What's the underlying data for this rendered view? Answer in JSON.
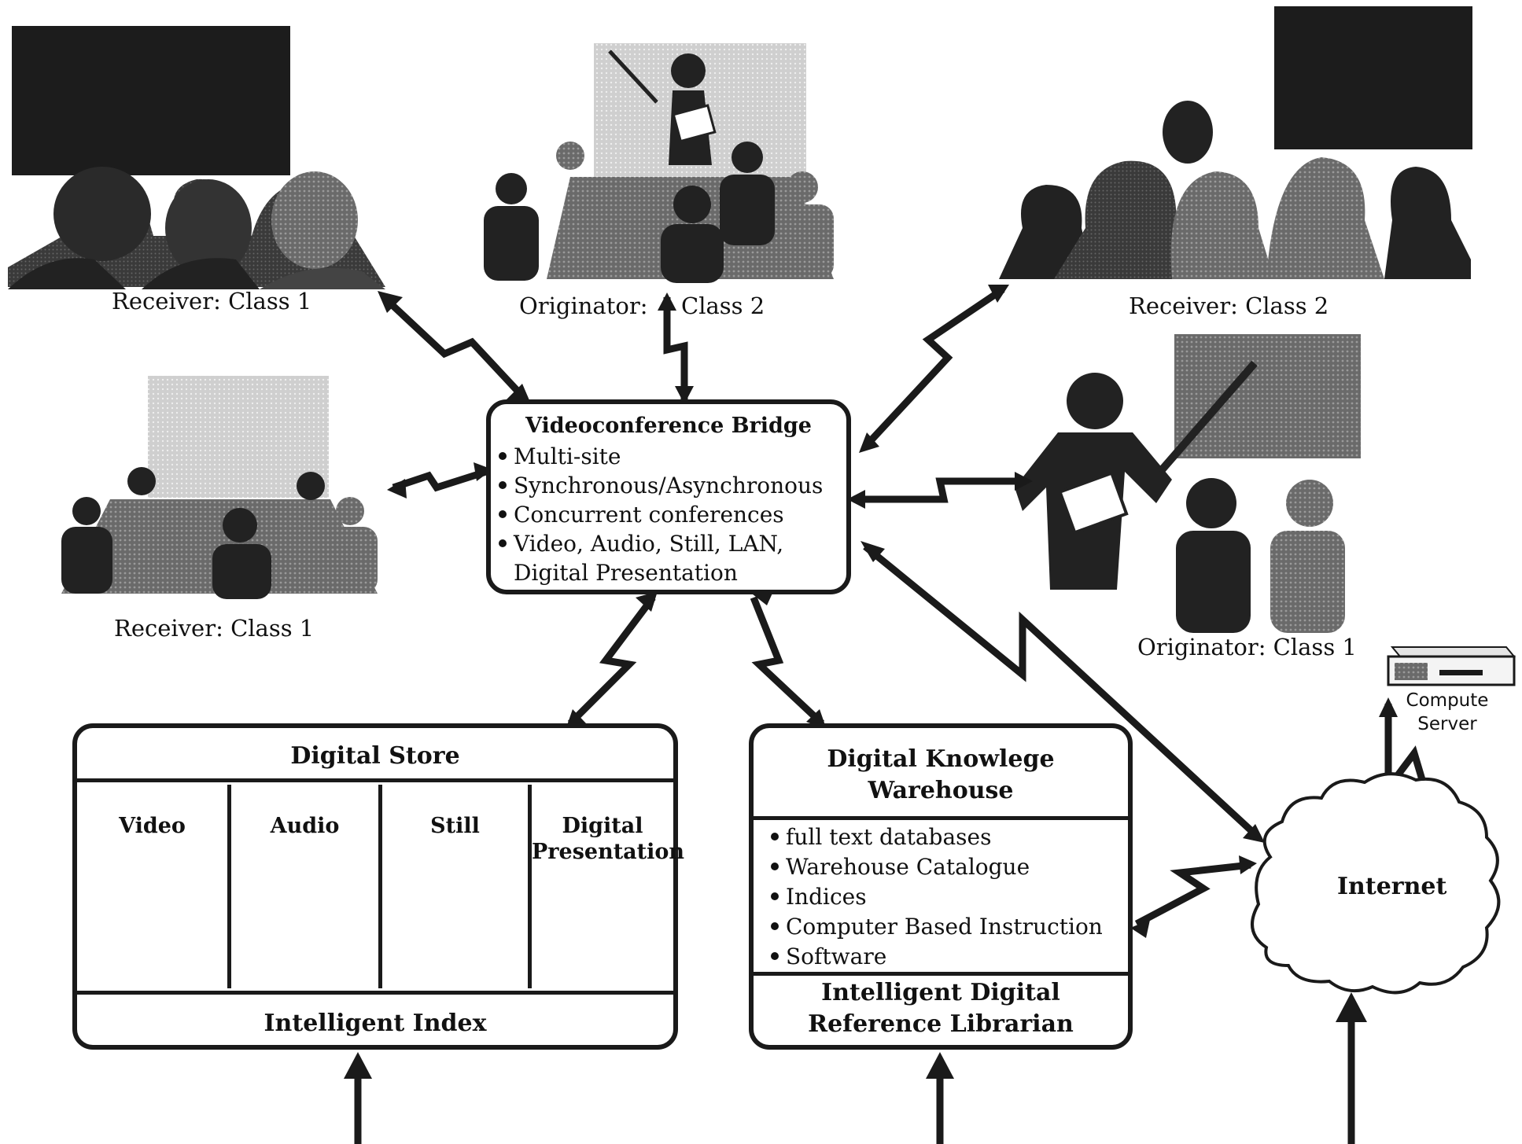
{
  "scenes": {
    "receiver_class1_top": "Receiver: Class 1",
    "originator_class2": "Originator:",
    "originator_class2_suffix": "Class 2",
    "receiver_class2": "Receiver: Class 2",
    "receiver_class1_left": "Receiver: Class 1",
    "originator_class1": "Originator: Class 1"
  },
  "bridge": {
    "title": "Videoconference Bridge",
    "items": [
      "Multi-site",
      "Synchronous/Asynchronous",
      "Concurrent conferences",
      "Video, Audio, Still, LAN,"
    ],
    "item_continuation": "Digital Presentation"
  },
  "digital_store": {
    "title": "Digital Store",
    "columns": [
      {
        "line1": "Video",
        "line2": ""
      },
      {
        "line1": "Audio",
        "line2": ""
      },
      {
        "line1": "Still",
        "line2": ""
      },
      {
        "line1": "Digital",
        "line2": "Presentation"
      }
    ],
    "footer": "Intelligent Index"
  },
  "warehouse": {
    "title_line1": "Digital Knowlege",
    "title_line2": "Warehouse",
    "items": [
      "full text databases",
      "Warehouse Catalogue",
      "Indices",
      "Computer Based Instruction",
      "Software"
    ],
    "footer_line1": "Intelligent  Digital",
    "footer_line2": "Reference Librarian"
  },
  "internet": {
    "label": "Internet"
  },
  "compute_server": {
    "line1": "Compute",
    "line2": "Server"
  },
  "colors": {
    "ink": "#1a1a1a",
    "dark_fill": "#222222",
    "mid_fill": "#555555",
    "light_fill": "#bbbbbb"
  }
}
